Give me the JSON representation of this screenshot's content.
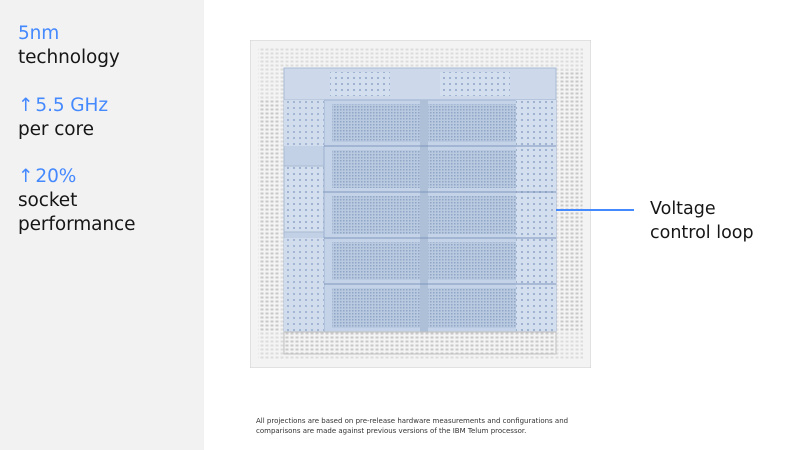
{
  "stats": [
    {
      "highlight": "5nm",
      "text": "technology",
      "arrow": false
    },
    {
      "highlight": "5.5 GHz",
      "text": "per core",
      "arrow": true
    },
    {
      "highlight": "20%",
      "text": "socket",
      "text2": "performance",
      "arrow": true
    }
  ],
  "arrow_glyph": "↑",
  "callout": {
    "line1": "Voltage",
    "line2": "control loop"
  },
  "footnote": {
    "line1": "All projections are based on pre-release hardware measurements and configurations and",
    "line2": "comparisons are made against previous versions of the IBM Telum processor."
  },
  "colors": {
    "accent": "#4589ff",
    "sidebar": "#f2f2f2",
    "die": "#c9d6e8",
    "die_dark": "#8fa6c7"
  }
}
